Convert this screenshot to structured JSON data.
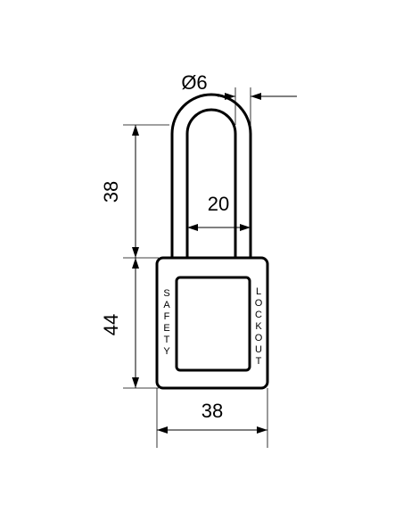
{
  "diagram": {
    "dimensions": {
      "shackle_diameter": "Ø6",
      "shackle_height": "38",
      "shackle_width": "20",
      "body_height": "44",
      "body_width": "38"
    },
    "body_labels": {
      "left_vertical": [
        "S",
        "A",
        "F",
        "E",
        "T",
        "Y"
      ],
      "right_vertical": [
        "L",
        "O",
        "C",
        "K",
        "O",
        "U",
        "T"
      ]
    },
    "colors": {
      "line": "#000000",
      "background": "#ffffff"
    }
  }
}
